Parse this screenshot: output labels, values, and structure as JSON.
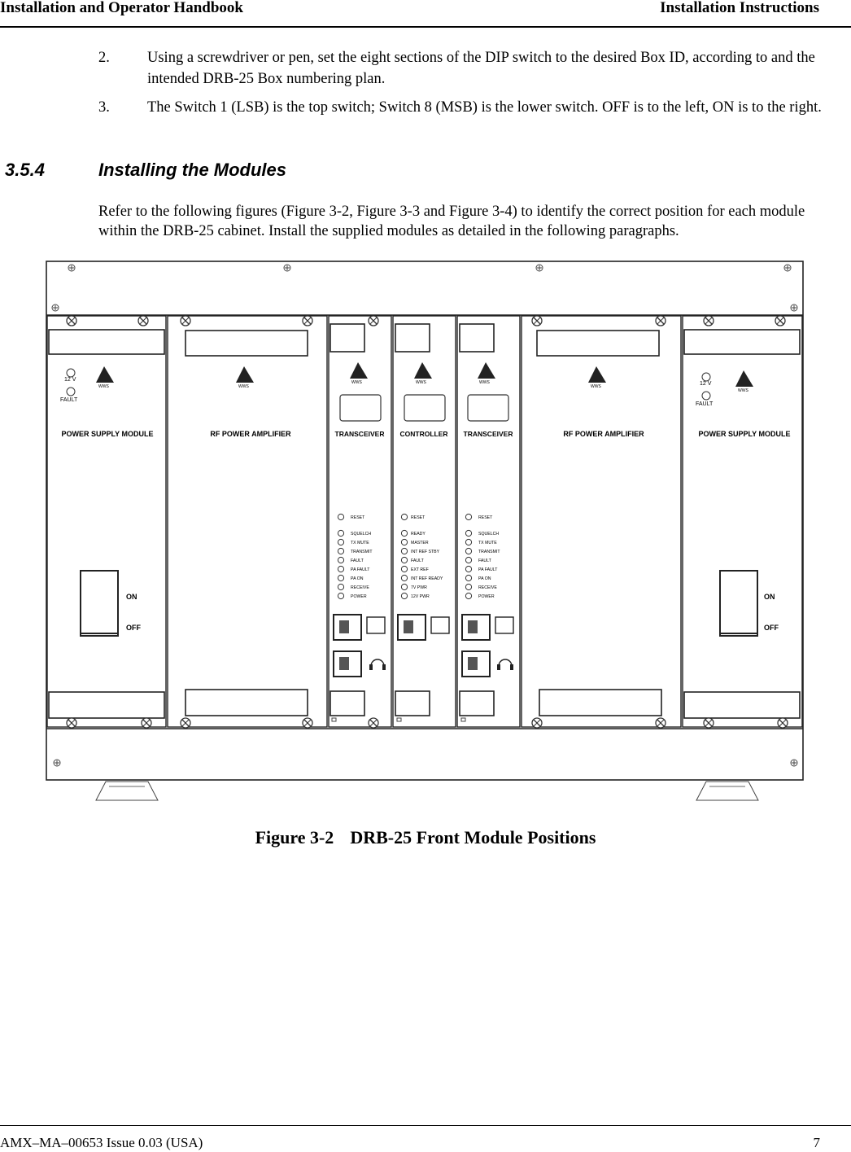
{
  "header": {
    "left": "Installation and Operator Handbook",
    "right": "Installation Instructions"
  },
  "steps": [
    {
      "num": "2.",
      "text": "Using a screwdriver or pen, set the eight sections of the DIP switch to the desired Box  ID, according to and the intended DRB-25 Box numbering plan."
    },
    {
      "num": "3.",
      "text": "The Switch 1 (LSB) is the top switch; Switch 8 (MSB) is the lower switch.  OFF is to the left, ON is to the right."
    }
  ],
  "section": {
    "number": "3.5.4",
    "title": "Installing the Modules"
  },
  "paragraph": "Refer to the following figures (Figure 3-2, Figure 3-3 and Figure 3-4) to identify the correct position for each module within the DRB-25 cabinet.  Install the supplied modules as detailed in the following paragraphs.",
  "figure": {
    "caption_num": "Figure 3-2",
    "caption_text": "DRB-25 Front Module Positions",
    "logo": "WWS",
    "modules": {
      "psu_left": {
        "label": "POWER SUPPLY MODULE",
        "led1": "12 V",
        "led2": "FAULT",
        "on": "ON",
        "off": "OFF"
      },
      "rfpa_left": {
        "label": "RF POWER AMPLIFIER"
      },
      "trx_left": {
        "label": "TRANSCEIVER",
        "leds": [
          "RESET",
          "SQUELCH",
          "TX MUTE",
          "TRANSMIT",
          "FAULT",
          "PA FAULT",
          "PA ON",
          "RECEIVE",
          "POWER"
        ]
      },
      "controller": {
        "label": "CONTROLLER",
        "leds": [
          "RESET",
          "READY",
          "MASTER",
          "INT REF STBY",
          "FAULT",
          "EXT REF",
          "INT REF READY",
          "7V PWR",
          "12V PWR"
        ]
      },
      "trx_right": {
        "label": "TRANSCEIVER",
        "leds": [
          "RESET",
          "SQUELCH",
          "TX MUTE",
          "TRANSMIT",
          "FAULT",
          "PA FAULT",
          "PA ON",
          "RECEIVE",
          "POWER"
        ]
      },
      "rfpa_right": {
        "label": "RF POWER AMPLIFIER"
      },
      "psu_right": {
        "label": "POWER SUPPLY MODULE",
        "led1": "12 V",
        "led2": "FAULT",
        "on": "ON",
        "off": "OFF"
      }
    }
  },
  "footer": {
    "left": "AMX–MA–00653 Issue 0.03 (USA)",
    "right": "7"
  }
}
